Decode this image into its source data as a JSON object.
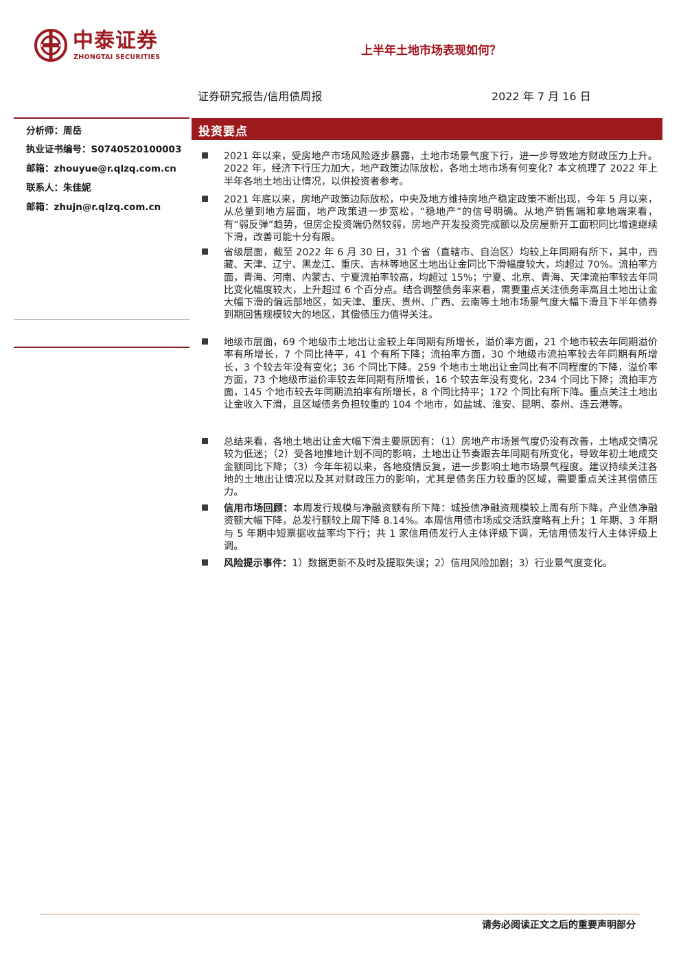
{
  "header": {
    "logo_cn": "中泰证券",
    "logo_en": "ZHONGTAI SECURITIES",
    "report_title": "上半年土地市场表现如何？",
    "report_type": "证券研究报告/信用债周报",
    "date": "2022 年 7 月 16 日"
  },
  "analyst": {
    "analyst_label": "分析师：",
    "analyst_name": "周岳",
    "cert_label": "执业证书编号：",
    "cert_no": "S0740520100003",
    "email_label": "邮箱：",
    "email": "zhouyue@r.qlzq.com.cn",
    "contact_label": "联系人：",
    "contact_name": "朱佳妮",
    "email2_label": "邮箱：",
    "email2": "zhujn@r.qlzq.com.cn"
  },
  "section": {
    "title": "投资要点"
  },
  "bullets": [
    {
      "lead": "",
      "text": "2021 年以来，受房地产市场风险逐步暴露，土地市场景气度下行，进一步导致地方财政压力上升。2022 年，经济下行压力加大，地产政策边际放松，各地土地市场有何变化？本文梳理了 2022 年上半年各地土地出让情况，以供投资者参考。"
    },
    {
      "lead": "",
      "text": "2021 年底以来，房地产政策边际放松，中央及地方维持房地产稳定政策不断出现，今年 5 月以来，从总量到地方层面，地产政策进一步宽松，“稳地产”的信号明确。从地产销售端和拿地端来看，有“弱反弹”趋势，但房企投资端仍然较弱，房地产开发投资完成额以及房屋新开工面积同比增速继续下滑，改善可能十分有限。"
    },
    {
      "lead": "",
      "text": "省级层面，截至 2022 年 6 月 30 日，31 个省（直辖市、自治区）均较上年同期有所下，其中，西藏、天津、辽宁、黑龙江、重庆、吉林等地区土地出让金同比下滑幅度较大，均超过 70%。流拍率方面，青海、河南、内蒙古、宁夏流拍率较高，均超过 15%；宁夏、北京、青海、天津流拍率较去年同比变化幅度较大，上升超过 6 个百分点。结合调整债务率来看，需要重点关注债务率高且土地出让金大幅下滑的偏远部地区，如天津、重庆、贵州、广西、云南等土地市场景气度大幅下滑且下半年债券到期回售规模较大的地区，其偿债压力值得关注。"
    },
    {
      "lead": "",
      "text": "地级市层面，69 个地级市土地出让金较上年同期有所增长，溢价率方面，21 个地市较去年同期溢价率有所增长，7 个同比持平，41 个有所下降；流拍率方面，30 个地级市流拍率较去年同期有所增长，3 个较去年没有变化；36 个同比下降。259 个地市土地出让金同比有不同程度的下降，溢价率方面，73 个地级市溢价率较去年同期有所增长，16 个较去年没有变化，234 个同比下降；流拍率方面，145 个地市较去年同期流拍率有所增长，8 个同比持平；172 个同比有所下降。重点关注土地出让金收入下滑，且区域债务负担较重的 104 个地市，如盐城、淮安、昆明、泰州、连云港等。"
    },
    {
      "lead": "",
      "text": "总结来看，各地土地出让金大幅下滑主要原因有：（1）房地产市场景气度仍没有改善，土地成交情况较为低迷；（2）受各地推地计划不同的影响，土地出让节奏跟去年同期有所变化，导致年初土地成交金额同比下降；（3）今年年初以来，各地疫情反复，进一步影响土地市场景气程度。建议持续关注各地的土地出让情况以及其对财政压力的影响，尤其是债务压力较重的区域，需要重点关注其偿债压力。"
    },
    {
      "lead": "信用市场回顾：",
      "text": "本周发行规模与净融资额有所下降：城投债净融资规模较上周有所下降，产业债净融资额大幅下降，总发行额较上周下降 8.14%。本周信用债市场成交活跃度略有上升；1 年期、3 年期与 5 年期中短票据收益率均下行；共 1 家信用债发行人主体评级下调，无信用债发行人主体评级上调。"
    },
    {
      "lead": "风险提示事件：",
      "text": "1）数据更新不及时及提取失误；2）信用风险加剧；3）行业景气度变化。"
    }
  ],
  "footer": {
    "disclaimer": "请务必阅读正文之后的重要声明部分"
  },
  "colors": {
    "brand_red": "#9e1b1d",
    "title_red": "#a5121d"
  }
}
